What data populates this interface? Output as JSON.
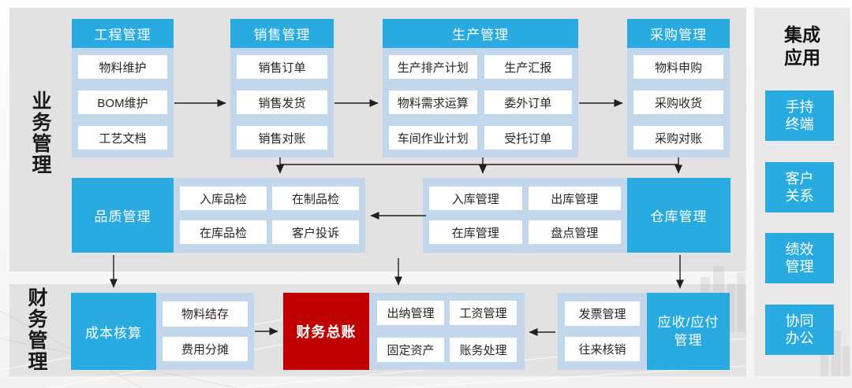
{
  "side_labels": {
    "business": "业\n务\n管\n理",
    "finance": "财\n务\n管\n理"
  },
  "top_groups": [
    {
      "title": "工程管理",
      "items": [
        "物料维护",
        "BOM维护",
        "工艺文档"
      ]
    },
    {
      "title": "销售管理",
      "items": [
        "销售订单",
        "销售发货",
        "销售对账"
      ]
    },
    {
      "title": "生产管理",
      "items": [
        "生产排产计划",
        "生产汇报",
        "物料需求运算",
        "委外订单",
        "车间作业计划",
        "受托订单"
      ]
    },
    {
      "title": "采购管理",
      "items": [
        "物料申购",
        "采购收货",
        "采购对账"
      ]
    }
  ],
  "middle_row": {
    "quality": {
      "title": "品质管理",
      "items": [
        "入库品检",
        "在制品检",
        "在库品检",
        "客户投诉"
      ]
    },
    "warehouse": {
      "title": "仓库管理",
      "items": [
        "入库管理",
        "出库管理",
        "在库管理",
        "盘点管理"
      ]
    }
  },
  "bottom_row": {
    "cost": {
      "title": "成本核算",
      "items": [
        "物料结存",
        "费用分摊"
      ]
    },
    "ledger": {
      "title": "财务总账",
      "items": [
        "出纳管理",
        "工资管理",
        "固定资产",
        "账务处理"
      ]
    },
    "receivable": {
      "title": "应收/应付\n管理",
      "items": [
        "发票管理",
        "往来核销"
      ]
    }
  },
  "right_panel": {
    "title": "集成\n应用",
    "items": [
      "手持\n终端",
      "客户\n关系",
      "绩效\n管理",
      "协同\n办公"
    ]
  },
  "colors": {
    "accent_blue": "#29abe2",
    "light_blue": "#c2d6ec",
    "red": "#c00000",
    "panel_gray": "#e2e2e2"
  }
}
